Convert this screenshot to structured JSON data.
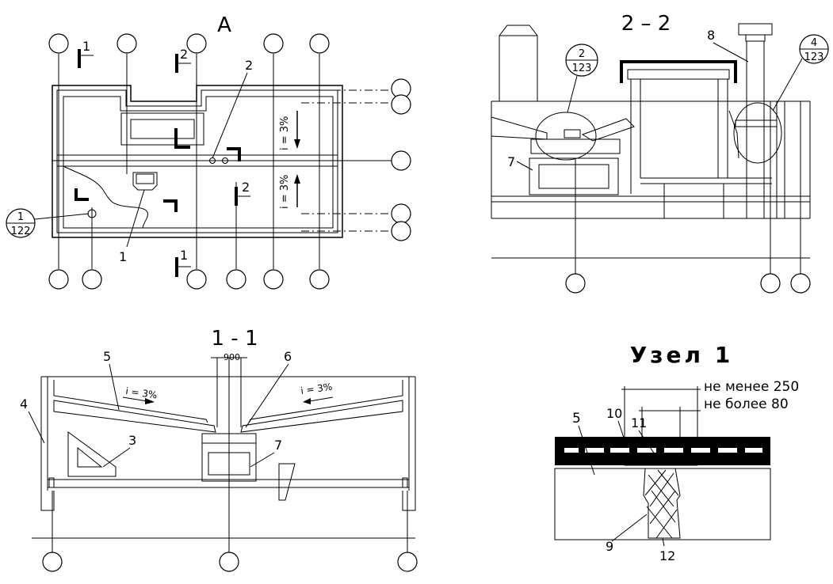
{
  "views": {
    "plan": {
      "title": "А"
    },
    "section22": {
      "title": "2 – 2"
    },
    "section11": {
      "title": "1 - 1"
    },
    "node1": {
      "title": "Узел 1"
    }
  },
  "labels": {
    "plan_cut1_top": "1",
    "plan_cut1_bottom": "1",
    "plan_cut2_top": "2",
    "plan_cut2_right": "2",
    "plan_leader_2": "2",
    "plan_leader_1": "1",
    "plan_slope_up": "i = 3%",
    "plan_slope_down": "i = 3%",
    "plan_ref_top": "1",
    "plan_ref_bottom": "122",
    "s22_ref2_top": "2",
    "s22_ref2_bottom": "123",
    "s22_ref4_top": "4",
    "s22_ref4_bottom": "123",
    "s22_item8": "8",
    "s22_item7": "7",
    "s11_dim": "900",
    "s11_item5": "5",
    "s11_item6": "6",
    "s11_item4": "4",
    "s11_item3": "3",
    "s11_item7": "7",
    "s11_slope_left": "i = 3%",
    "s11_slope_right": "i = 3%",
    "node_dim1": "не менее 250",
    "node_dim2": "не более 80",
    "node_item5": "5",
    "node_item10": "10",
    "node_item11": "11",
    "node_item9": "9",
    "node_item12": "12"
  }
}
